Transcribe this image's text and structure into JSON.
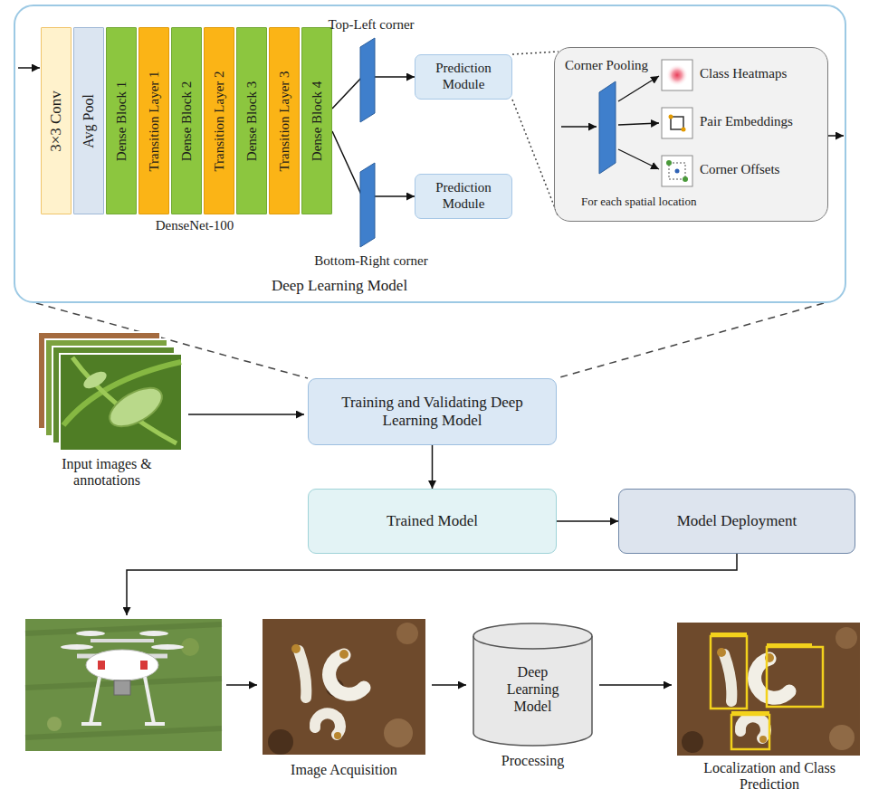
{
  "diagram": {
    "nodes": [
      {
        "text": [
          "Deep Learning Model"
        ]
      },
      {
        "text": [
          "3×3 Conv"
        ],
        "in": 0
      },
      {
        "text": [
          "Avg Pool"
        ],
        "in": 0
      },
      {
        "text": [
          "Dense Block 1"
        ],
        "in": 0
      },
      {
        "text": [
          "Transition Layer 1"
        ],
        "in": 0
      },
      {
        "text": [
          "Dense Block 2"
        ],
        "in": 0
      },
      {
        "text": [
          "Transition Layer 2"
        ],
        "in": 0
      },
      {
        "text": [
          "Dense Block 3"
        ],
        "in": 0
      },
      {
        "text": [
          "Transition Layer 3"
        ],
        "in": 0
      },
      {
        "text": [
          "Dense Block 4"
        ],
        "in": 0
      },
      {
        "text": [
          "Prediction Module"
        ],
        "in": 0
      },
      {
        "text": [
          "Prediction Module"
        ],
        "in": 0
      },
      {
        "text": [
          "Corner Pooling",
          "For each spatial location"
        ],
        "in": 0
      },
      {
        "text": [
          "Training and Validating Deep Learning Model"
        ]
      },
      {
        "text": [
          "Trained Model"
        ]
      },
      {
        "text": [
          "Model Deployment"
        ]
      },
      {
        "text": [
          "Deep Learning Model"
        ]
      }
    ],
    "edges": [
      {
        "from": 9,
        "to": 10,
        "arrow": "to"
      },
      {
        "from": 9,
        "to": 11,
        "arrow": "to"
      },
      {
        "from": 10,
        "to": 12,
        "arrow": "none"
      },
      {
        "from": 10,
        "to": 12,
        "arrow": "none"
      },
      {
        "from": 0,
        "to": 13,
        "arrow": "none"
      },
      {
        "from": 0,
        "to": 13,
        "arrow": "none"
      },
      {
        "from": 13,
        "to": 14,
        "arrow": "to"
      },
      {
        "from": 14,
        "to": 15,
        "arrow": "to"
      }
    ],
    "labels": [
      "DenseNet-100",
      "Top-Left corner",
      "Bottom-Right corner",
      "Class Heatmaps",
      "Pair Embeddings",
      "Corner Offsets",
      "Input images & annotations",
      "Image Acquisition",
      "Processing",
      "Localization and Class Prediction"
    ]
  }
}
